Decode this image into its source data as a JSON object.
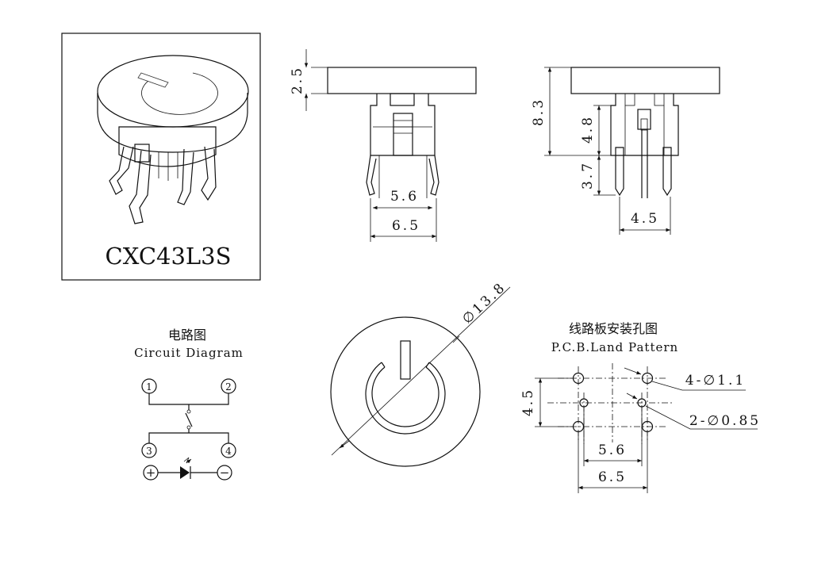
{
  "product": {
    "model": "CXC43L3S"
  },
  "front_view": {
    "top_thickness": "2.5",
    "inner_width": "5.6",
    "outer_width": "6.5"
  },
  "side_view": {
    "total_height": "8.3",
    "body_height": "4.8",
    "pin_length": "3.7",
    "pin_spacing": "4.5"
  },
  "top_view": {
    "diameter": "∅13.8"
  },
  "circuit": {
    "title_cn": "电路图",
    "title_en": "Circuit Diagram",
    "pins": [
      "1",
      "2",
      "3",
      "4"
    ],
    "plus": "+",
    "minus": "−"
  },
  "pcb": {
    "title_cn": "线路板安装孔图",
    "title_en": "P.C.B.Land Pattern",
    "holes_large": "4-∅1.1",
    "holes_small": "2-∅0.85",
    "vertical_spacing": "4.5",
    "inner_spacing": "5.6",
    "outer_spacing": "6.5"
  }
}
